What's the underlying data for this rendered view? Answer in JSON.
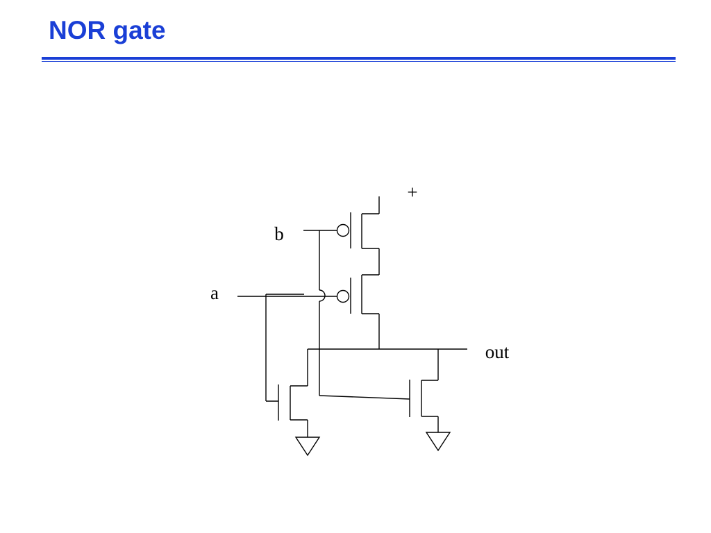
{
  "slide": {
    "title": "NOR gate",
    "accent_color": "#1a3fd6"
  },
  "diagram": {
    "labels": {
      "supply": "+",
      "input_b": "b",
      "input_a": "a",
      "output": "out"
    }
  }
}
